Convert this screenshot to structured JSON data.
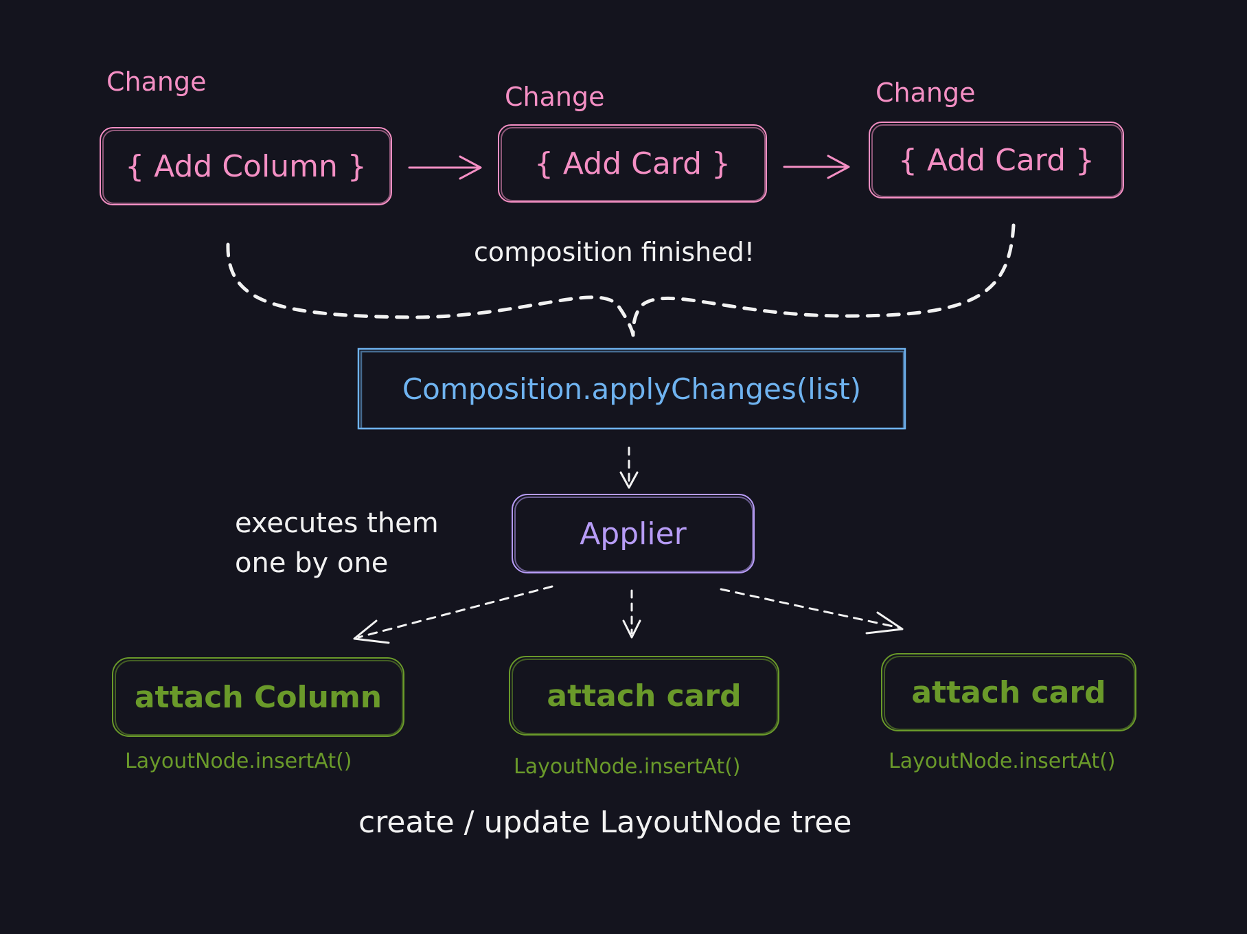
{
  "changes": [
    {
      "tag": "Change",
      "label": "{ Add Column }"
    },
    {
      "tag": "Change",
      "label": "{ Add Card }"
    },
    {
      "tag": "Change",
      "label": "{ Add Card }"
    }
  ],
  "composition_note": "composition finished!",
  "apply_call": "Composition.applyChanges(list)",
  "applier": "Applier",
  "applier_note_line1": "executes them",
  "applier_note_line2": "one by one",
  "attach": [
    {
      "label": "attach Column",
      "call": "LayoutNode.insertAt()"
    },
    {
      "label": "attach card",
      "call": "LayoutNode.insertAt()"
    },
    {
      "label": "attach card",
      "call": "LayoutNode.insertAt()"
    }
  ],
  "footer": "create / update LayoutNode tree",
  "colors": {
    "background": "#14141e",
    "change": "#f48fc4",
    "composition": "#6fb3f0",
    "applier": "#b79cf6",
    "attach": "#6a9a2a",
    "text": "#f2f2f2"
  }
}
